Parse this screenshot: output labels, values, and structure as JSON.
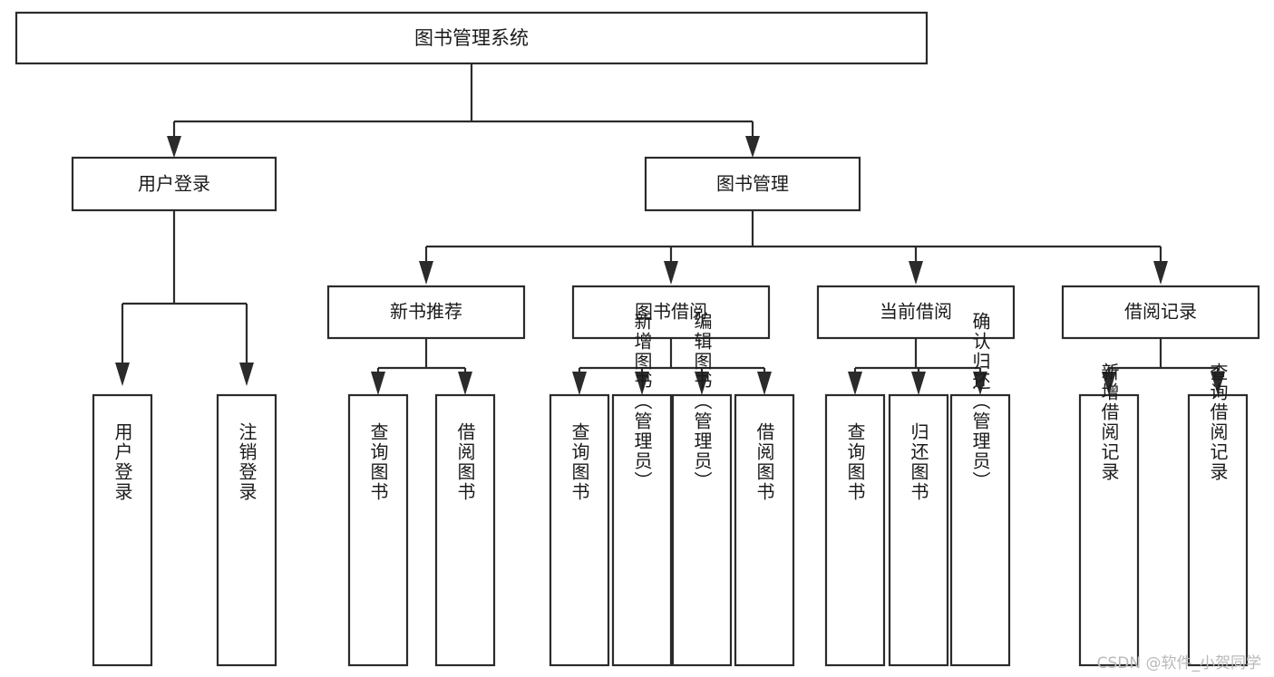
{
  "diagram": {
    "type": "tree-hierarchy",
    "title": "图书管理系统",
    "orientation": "top-down",
    "colors": {
      "box_fill": "#ffffff",
      "box_stroke": "#2b2b2b",
      "text": "#1a1a1a",
      "watermark": "#b9b9b9",
      "background": "#ffffff"
    },
    "root": {
      "label": "图书管理系统"
    },
    "level2": [
      {
        "label": "用户登录"
      },
      {
        "label": "图书管理"
      }
    ],
    "level3": [
      {
        "label": "新书推荐"
      },
      {
        "label": "图书借阅"
      },
      {
        "label": "当前借阅"
      },
      {
        "label": "借阅记录"
      }
    ],
    "leaves_user_login": [
      {
        "label": "用户登录"
      },
      {
        "label": "注销登录"
      }
    ],
    "leaves_new_book": [
      {
        "label": "查询图书"
      },
      {
        "label": "借阅图书"
      }
    ],
    "leaves_borrow": [
      {
        "label": "查询图书"
      },
      {
        "label": "新增图书（管理员）"
      },
      {
        "label": "编辑图书（管理员）"
      },
      {
        "label": "借阅图书"
      }
    ],
    "leaves_current": [
      {
        "label": "查询图书"
      },
      {
        "label": "归还图书"
      },
      {
        "label": "确认归还（管理员）"
      }
    ],
    "leaves_record": [
      {
        "label": "新增借阅记录"
      },
      {
        "label": "查询借阅记录"
      }
    ]
  },
  "watermark": {
    "text": "CSDN @软件_小贺同学"
  }
}
